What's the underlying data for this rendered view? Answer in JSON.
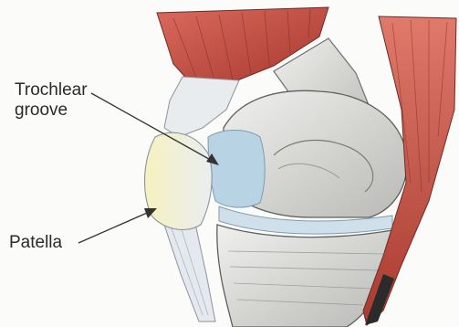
{
  "labels": {
    "trochlear_groove_line1": "Trochlear",
    "trochlear_groove_line2": "groove",
    "patella": "Patella"
  },
  "colors": {
    "muscle": "#c4544a",
    "bone": "#d9d9d6",
    "cartilage": "#b8d3e3",
    "tendon": "#e6ebef",
    "patella_highlight": "#f4efb0"
  }
}
